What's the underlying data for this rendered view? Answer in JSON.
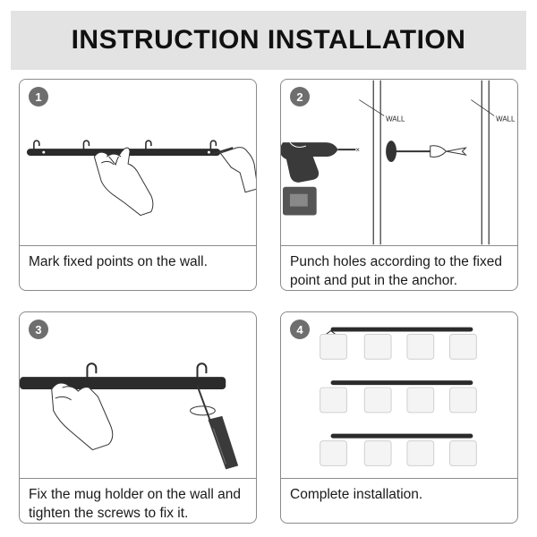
{
  "header": {
    "title": "INSTRUCTION INSTALLATION"
  },
  "steps": [
    {
      "number": "1",
      "caption": "Mark fixed points on the wall."
    },
    {
      "number": "2",
      "caption": "Punch holes according to the fixed point and put in the anchor.",
      "wall_label_left": "WALL",
      "wall_label_right": "WALL"
    },
    {
      "number": "3",
      "caption": "Fix the mug holder on the wall and tighten the screws to fix it."
    },
    {
      "number": "4",
      "caption": "Complete installation."
    }
  ],
  "colors": {
    "title_bar": "#e3e3e3",
    "card_border": "#8a8a8a",
    "badge": "#6e6e6e",
    "rail": "#2b2b2b"
  }
}
